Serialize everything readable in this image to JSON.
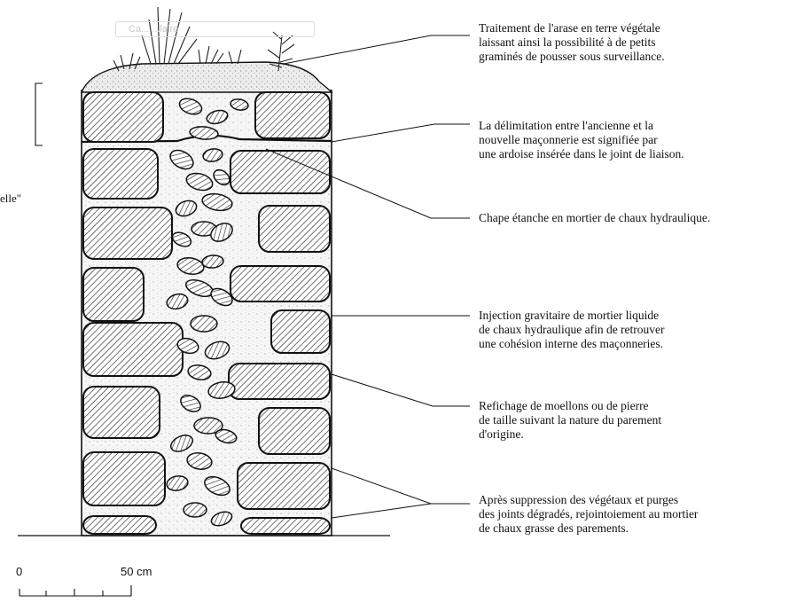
{
  "watermark": "Ca... ...laire",
  "edge_text": {
    "top": "",
    "bottom": "elle\""
  },
  "annotations": [
    {
      "id": "arase",
      "lines": [
        "Traitement de l'arase en terre végétale",
        "laissant ainsi la possibilité à de petits",
        "graminés de pousser sous surveillance."
      ]
    },
    {
      "id": "delimitation",
      "lines": [
        "La délimitation entre l'ancienne et la",
        "nouvelle maçonnerie est signifiée par",
        "une ardoise insérée dans le joint de liaison."
      ]
    },
    {
      "id": "chape",
      "lines": [
        "Chape étanche en mortier de chaux hydraulique."
      ]
    },
    {
      "id": "injection",
      "lines": [
        "Injection gravitaire de mortier liquide",
        "de chaux hydraulique afin de retrouver",
        "une cohésion interne des maçonneries."
      ]
    },
    {
      "id": "refichage",
      "lines": [
        "Refichage de moellons ou de pierre",
        "de taille suivant la nature du parement",
        "d'origine."
      ]
    },
    {
      "id": "rejointoiement",
      "lines": [
        "Après suppression des végétaux et purges",
        "des joints dégradés, rejointoiement au mortier",
        "de chaux grasse des parements."
      ]
    }
  ],
  "scale": {
    "start_label": "0",
    "end_label": "50 cm"
  },
  "colors": {
    "ink": "#111111",
    "hatch": "#222222",
    "mortar": "#f4f4f4",
    "soil": "#e8e8e8"
  }
}
